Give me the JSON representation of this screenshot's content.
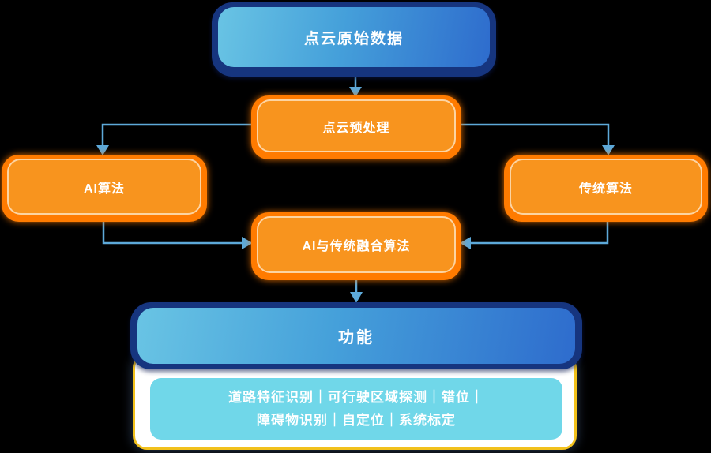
{
  "diagram": {
    "background": "#000000",
    "nodes": {
      "raw_data": {
        "label": "点云原始数据",
        "style": "blue-gradient"
      },
      "preprocess": {
        "label": "点云预处理",
        "style": "orange"
      },
      "ai": {
        "label": "AI算法",
        "style": "orange"
      },
      "traditional": {
        "label": "传统算法",
        "style": "orange"
      },
      "fusion": {
        "label": "AI与传统融合算法",
        "style": "orange"
      },
      "function": {
        "label": "功能",
        "style": "blue-gradient",
        "items_line1": "道路特征识别｜可行驶区域探测｜错位｜",
        "items_line2": "障碍物识别｜自定位｜系统标定"
      }
    },
    "edges": [
      {
        "from": "raw_data",
        "to": "preprocess"
      },
      {
        "from": "preprocess",
        "to": "ai"
      },
      {
        "from": "preprocess",
        "to": "traditional"
      },
      {
        "from": "ai",
        "to": "fusion"
      },
      {
        "from": "traditional",
        "to": "fusion"
      },
      {
        "from": "fusion",
        "to": "function"
      }
    ],
    "colors": {
      "orange_fill": "#F8941E",
      "orange_glow": "#FF7B00",
      "orange_inner_border": "#FCD4A2",
      "blue_gradient_start": "#69C4E4",
      "blue_gradient_end": "#2E6CCD",
      "navy_border": "#16357F",
      "connector_blue": "#5DA9D9",
      "panel_border_yellow": "#F2C11C",
      "panel_bg": "#FFFFFF",
      "items_box_cyan": "#70D7E9",
      "text": "#FFFFFF"
    }
  }
}
